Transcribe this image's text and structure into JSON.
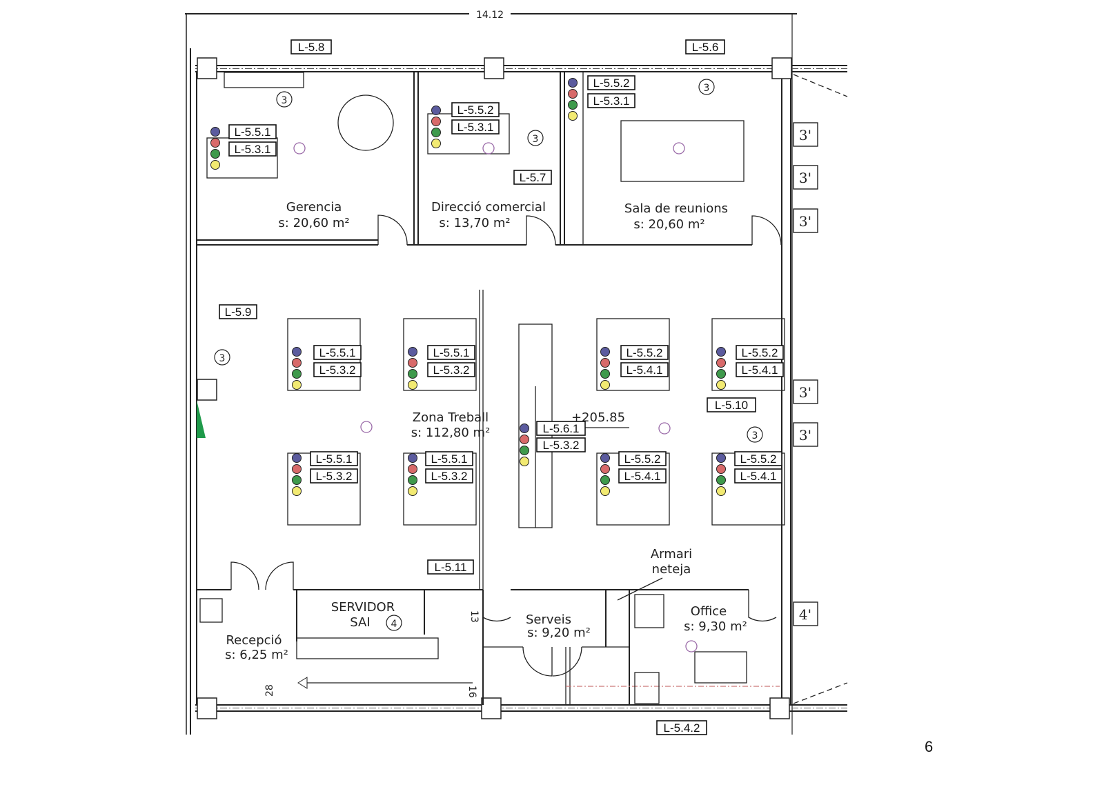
{
  "plan": {
    "overall_dimension": "14.12",
    "elevation": "+205.85",
    "page_number": "6",
    "rooms": [
      {
        "name": "Gerencia",
        "area": "s: 20,60 m²"
      },
      {
        "name": "Direcció comercial",
        "area": "s: 13,70 m²"
      },
      {
        "name": "Sala de reunions",
        "area": "s: 20,60 m²"
      },
      {
        "name": "Zona Treball",
        "area": "s: 112,80 m²"
      },
      {
        "name": "SERVIDOR",
        "area": "SAI"
      },
      {
        "name": "Recepció",
        "area": "s: 6,25 m²"
      },
      {
        "name": "Serveis",
        "area": "s: 9,20 m²"
      },
      {
        "name": "Office",
        "area": "s: 9,30 m²"
      },
      {
        "name": "Armari",
        "area": "neteja"
      }
    ],
    "tags": [
      "L-5.8",
      "L-5.6",
      "L-5.5.2",
      "L-5.3.1",
      "L-5.5.2",
      "L-5.3.1",
      "L-5.5.1",
      "L-5.3.1",
      "L-5.7",
      "L-5.9",
      "L-5.5.1",
      "L-5.3.2",
      "L-5.5.1",
      "L-5.3.2",
      "L-5.5.2",
      "L-5.4.1",
      "L-5.5.2",
      "L-5.4.1",
      "L-5.10",
      "L-5.6.1",
      "L-5.3.2",
      "L-5.5.1",
      "L-5.3.2",
      "L-5.5.1",
      "L-5.3.2",
      "L-5.5.2",
      "L-5.4.1",
      "L-5.5.2",
      "L-5.4.1",
      "L-5.11",
      "L-5.4.2"
    ],
    "side_markers": [
      "3'",
      "3'",
      "3'",
      "3'",
      "3'",
      "4'"
    ],
    "circle_numbers": [
      "3",
      "3",
      "3",
      "3",
      "3",
      "4"
    ],
    "stair_numbers": [
      "13",
      "16",
      "28"
    ],
    "outlet_colors": [
      "#5b5b9e",
      "#d86a6a",
      "#3f9a4c",
      "#f2ea72"
    ]
  }
}
